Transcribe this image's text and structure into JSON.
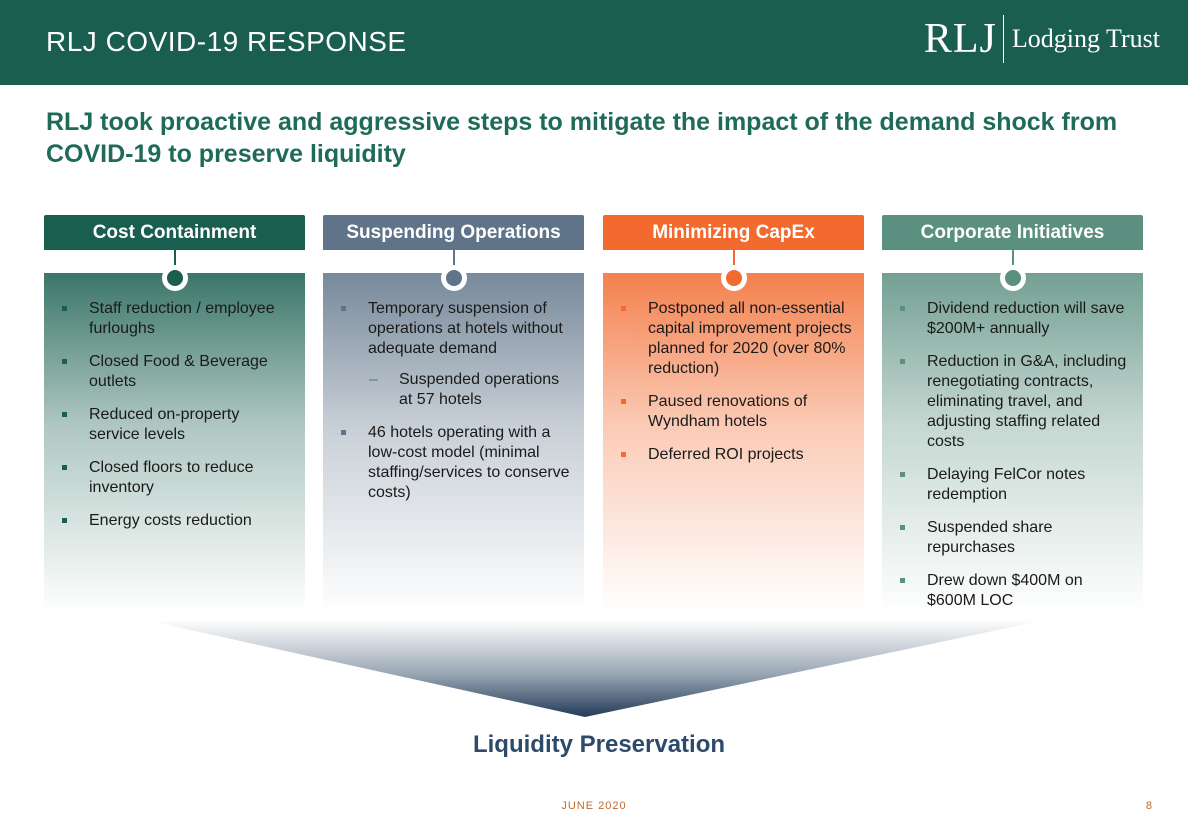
{
  "header": {
    "title": "RLJ COVID-19 RESPONSE",
    "logo_mark": "RLJ",
    "logo_text": "Lodging Trust"
  },
  "subtitle": "RLJ took proactive and aggressive steps to mitigate the impact of the demand shock from COVID-19 to preserve liquidity",
  "columns": [
    {
      "title": "Cost Containment",
      "color": "#195e4e",
      "items": [
        "Staff reduction / employee furloughs",
        "Closed Food & Beverage outlets",
        "Reduced on-property service levels",
        "Closed floors to reduce inventory",
        "Energy costs reduction"
      ]
    },
    {
      "title": "Suspending Operations",
      "color": "#5f7489",
      "items": [
        "Temporary suspension of operations at hotels without adequate demand",
        "Suspended operations at 57 hotels",
        "46 hotels operating with a low-cost model (minimal staffing/services to conserve costs)"
      ]
    },
    {
      "title": "Minimizing CapEx",
      "color": "#f26a2e",
      "items": [
        "Postponed all non-essential capital improvement projects planned for 2020 (over 80% reduction)",
        "Paused renovations of Wyndham hotels",
        "Deferred ROI projects"
      ]
    },
    {
      "title": "Corporate Initiatives",
      "color": "#5b8f80",
      "items": [
        "Dividend reduction will save $200M+ annually",
        "Reduction in G&A, including renegotiating contracts, eliminating travel, and adjusting staffing related costs",
        "Delaying FelCor notes redemption",
        "Suspended share repurchases",
        "Drew down $400M on $600M LOC"
      ]
    }
  ],
  "sub_dash": "–",
  "footer": {
    "title": "Liquidity Preservation",
    "date": "JUNE 2020",
    "page": "8"
  }
}
